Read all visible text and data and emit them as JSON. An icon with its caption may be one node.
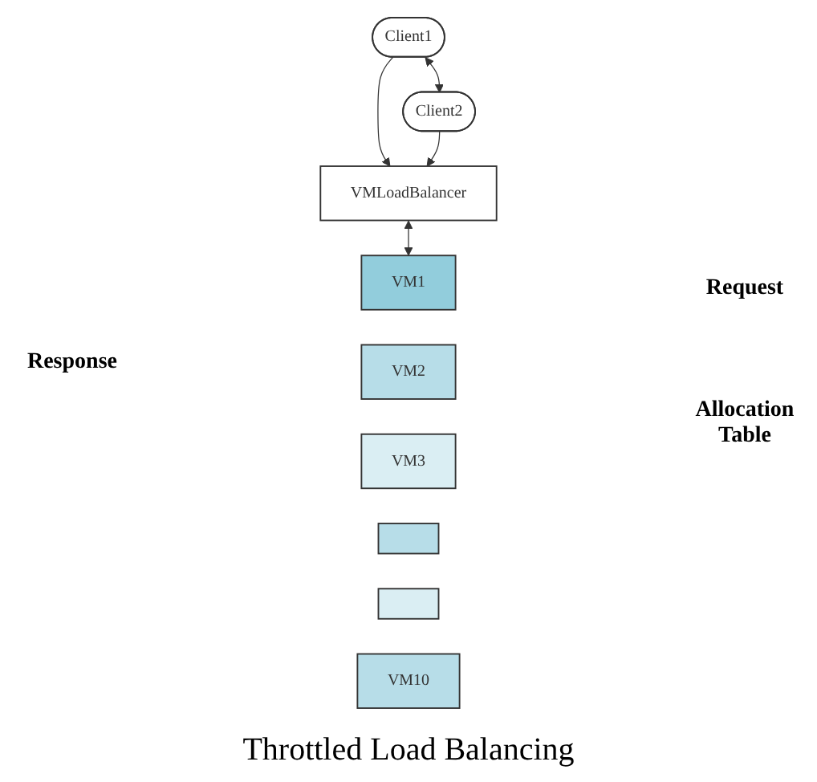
{
  "diagram": {
    "caption": "Throttled Load Balancing",
    "nodes": [
      {
        "text": [
          "Client1"
        ]
      },
      {
        "text": [
          "Client2"
        ]
      },
      {
        "text": [
          "VMLoadBalancer"
        ]
      },
      {
        "text": [
          "VM1"
        ]
      },
      {
        "text": [
          "VM2"
        ]
      },
      {
        "text": [
          "VM3"
        ]
      },
      {
        "text": [],
        "shape": "bar"
      },
      {
        "text": [],
        "shape": "bar"
      },
      {
        "text": [
          "VM10"
        ]
      }
    ],
    "edges": [
      {
        "from": 0,
        "to": 1,
        "arrow": "both"
      },
      {
        "from": 0,
        "to": 2,
        "arrow": "to"
      },
      {
        "from": 1,
        "to": 2,
        "arrow": "to"
      },
      {
        "from": 2,
        "to": 3,
        "arrow": "both"
      }
    ],
    "labels": [
      "Response",
      "Request",
      "Allocation Table"
    ]
  }
}
